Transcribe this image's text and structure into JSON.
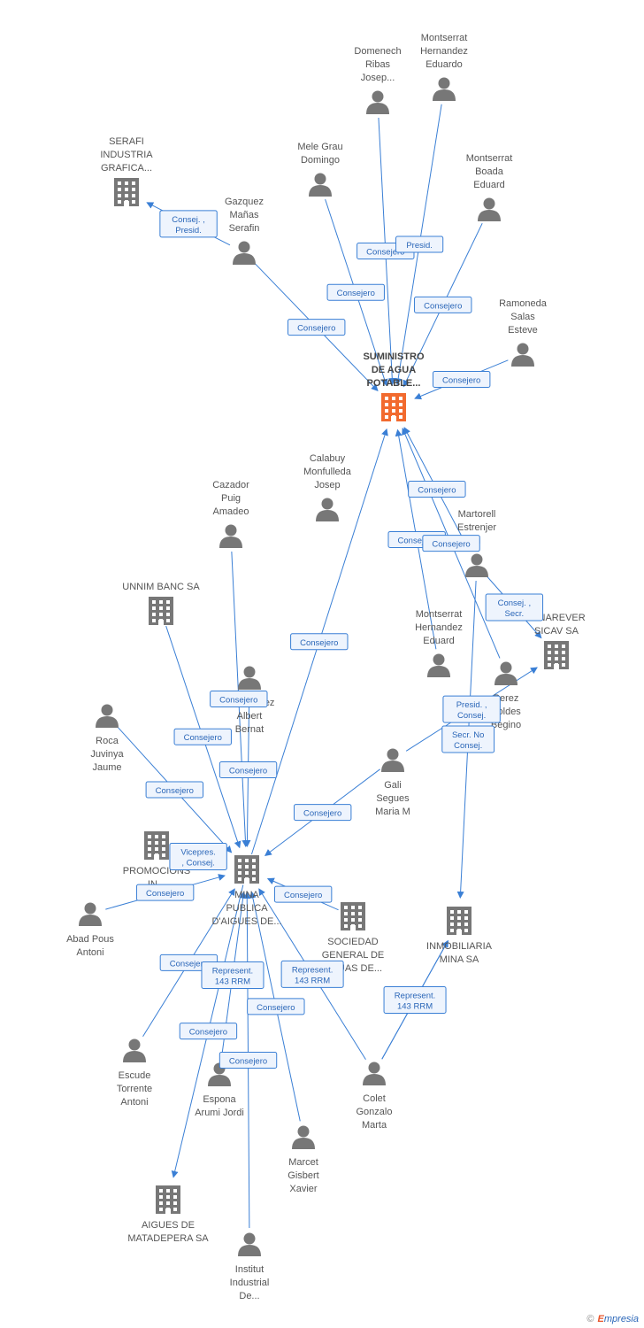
{
  "colors": {
    "edge": "#3a7fd5",
    "person": "#777777",
    "company": "#777777",
    "main": "#f26a2e"
  },
  "nodes": [
    {
      "id": "suministro",
      "type": "company_main",
      "icon": "building-icon",
      "lines": [
        "SUMINISTRO",
        "DE AGUA",
        "POTABLE..."
      ]
    },
    {
      "id": "domenech",
      "type": "person",
      "icon": "person-icon",
      "lines": [
        "Domenech",
        "Ribas",
        "Josep..."
      ]
    },
    {
      "id": "montserrat_he1",
      "type": "person",
      "icon": "person-icon",
      "lines": [
        "Montserrat",
        "Hernandez",
        "Eduardo"
      ]
    },
    {
      "id": "serafi",
      "type": "company",
      "icon": "building-icon",
      "lines": [
        "SERAFI",
        "INDUSTRIA",
        "GRAFICA..."
      ]
    },
    {
      "id": "mele",
      "type": "person",
      "icon": "person-icon",
      "lines": [
        "Mele Grau",
        "Domingo"
      ]
    },
    {
      "id": "montserrat_boada",
      "type": "person",
      "icon": "person-icon",
      "lines": [
        "Montserrat",
        "Boada",
        "Eduard"
      ]
    },
    {
      "id": "gazquez",
      "type": "person",
      "icon": "person-icon",
      "lines": [
        "Gazquez",
        "Mañas",
        "Serafin"
      ]
    },
    {
      "id": "ramoneda",
      "type": "person",
      "icon": "person-icon",
      "lines": [
        "Ramoneda",
        "Salas",
        "Esteve"
      ]
    },
    {
      "id": "calabuy",
      "type": "person",
      "icon": "person-icon",
      "lines": [
        "Calabuy",
        "Monfulleda",
        "Josep"
      ]
    },
    {
      "id": "cazador",
      "type": "person",
      "icon": "person-icon",
      "lines": [
        "Cazador",
        "Puig",
        "Amadeo"
      ]
    },
    {
      "id": "martorell",
      "type": "person",
      "icon": "person-icon",
      "lines": [
        "Martorell",
        "Estrenjer",
        "Li"
      ]
    },
    {
      "id": "unnim",
      "type": "company",
      "icon": "building-icon",
      "lines": [
        "UNNIM BANC SA"
      ]
    },
    {
      "id": "minarever",
      "type": "company",
      "icon": "building-icon",
      "lines": [
        "MINAREVER",
        "SICAV SA"
      ]
    },
    {
      "id": "montserrat_he2",
      "type": "person",
      "icon": "person-icon",
      "lines": [
        "Montserrat",
        "Hernandez",
        "Eduard"
      ]
    },
    {
      "id": "abul",
      "type": "person",
      "icon": "person-icon",
      "lines": [
        "Abul Nuñez",
        "Albert",
        "Bernat"
      ]
    },
    {
      "id": "perez",
      "type": "person",
      "icon": "person-icon",
      "lines": [
        "Perez",
        "Soldes",
        "Begino"
      ]
    },
    {
      "id": "roca",
      "type": "person",
      "icon": "person-icon",
      "lines": [
        "Roca",
        "Juvinya",
        "Jaume"
      ]
    },
    {
      "id": "gali",
      "type": "person",
      "icon": "person-icon",
      "lines": [
        "Gali",
        "Segues",
        "Maria M"
      ]
    },
    {
      "id": "promocions",
      "type": "company",
      "icon": "building-icon",
      "lines": [
        "PROMOCIONS",
        "IN...",
        "DE..."
      ]
    },
    {
      "id": "mina",
      "type": "company",
      "icon": "building-icon",
      "lines": [
        "MINA",
        "PUBLICA",
        "D'AIGUES DE..."
      ]
    },
    {
      "id": "sociedad",
      "type": "company",
      "icon": "building-icon",
      "lines": [
        "SOCIEDAD",
        "GENERAL DE",
        "AGUAS DE..."
      ]
    },
    {
      "id": "inmobiliaria",
      "type": "company",
      "icon": "building-icon",
      "lines": [
        "INMOBILIARIA",
        "MINA SA"
      ]
    },
    {
      "id": "abad",
      "type": "person",
      "icon": "person-icon",
      "lines": [
        "Abad Pous",
        "Antoni"
      ]
    },
    {
      "id": "escude",
      "type": "person",
      "icon": "person-icon",
      "lines": [
        "Escude",
        "Torrente",
        "Antoni"
      ]
    },
    {
      "id": "esponal",
      "type": "person",
      "icon": "person-icon",
      "lines": [
        "Espona",
        "Arumi Jordi"
      ]
    },
    {
      "id": "colet",
      "type": "person",
      "icon": "person-icon",
      "lines": [
        "Colet",
        "Gonzalo",
        "Marta"
      ]
    },
    {
      "id": "marcet",
      "type": "person",
      "icon": "person-icon",
      "lines": [
        "Marcet",
        "Gisbert",
        "Xavier"
      ]
    },
    {
      "id": "aigues",
      "type": "company",
      "icon": "building-icon",
      "lines": [
        "AIGUES DE",
        "MATADEPERA SA"
      ]
    },
    {
      "id": "institut",
      "type": "person",
      "icon": "person-icon",
      "lines": [
        "Institut",
        "Industrial",
        "De..."
      ]
    }
  ],
  "edges": [
    {
      "from": "domenech",
      "to": "suministro",
      "label": [
        "Consejero"
      ]
    },
    {
      "from": "montserrat_he1",
      "to": "suministro",
      "label": [
        "Presid."
      ]
    },
    {
      "from": "gazquez",
      "to": "serafi",
      "label": [
        "Consej. ,",
        "Presid."
      ]
    },
    {
      "from": "mele",
      "to": "suministro",
      "label": [
        "Consejero"
      ]
    },
    {
      "from": "montserrat_boada",
      "to": "suministro",
      "label": [
        "Consejero"
      ]
    },
    {
      "from": "gazquez",
      "to": "suministro",
      "label": [
        "Consejero"
      ]
    },
    {
      "from": "ramoneda",
      "to": "suministro",
      "label": [
        "Consejero"
      ]
    },
    {
      "from": "mina",
      "to": "suministro",
      "label": [
        "Consejero"
      ]
    },
    {
      "from": "montserrat_he2",
      "to": "suministro",
      "label": [
        "Consejero"
      ]
    },
    {
      "from": "martorell",
      "to": "suministro",
      "label": [
        "Consejero"
      ]
    },
    {
      "from": "perez",
      "to": "suministro",
      "label": [
        "Consejero"
      ]
    },
    {
      "from": "martorell",
      "to": "minarever",
      "label": [
        "Consej. ,",
        "Secr."
      ]
    },
    {
      "from": "cazador",
      "to": "mina",
      "label": [
        "Consejero"
      ]
    },
    {
      "from": "unnim",
      "to": "mina",
      "label": [
        "Consejero"
      ]
    },
    {
      "from": "abul",
      "to": "mina",
      "label": [
        "Consejero"
      ]
    },
    {
      "from": "roca",
      "to": "mina",
      "label": [
        "Consejero"
      ]
    },
    {
      "from": "gali",
      "to": "mina",
      "label": [
        "Consejero"
      ]
    },
    {
      "from": "gali",
      "to": "minarever",
      "label": [
        "Presid. ,",
        "Consej."
      ]
    },
    {
      "from": "martorell",
      "to": "inmobiliaria",
      "label": [
        "Secr. No",
        "Consej."
      ]
    },
    {
      "from": "promocions",
      "to": "mina",
      "label": [
        "Vicepres.",
        ", Consej."
      ]
    },
    {
      "from": "abad",
      "to": "mina",
      "label": [
        "Consejero"
      ]
    },
    {
      "from": "sociedad",
      "to": "mina",
      "label": [
        "Consejero"
      ]
    },
    {
      "from": "colet",
      "to": "inmobiliaria",
      "label": [
        "Consejero"
      ]
    },
    {
      "from": "escude",
      "to": "mina",
      "label": [
        "Consejero"
      ]
    },
    {
      "from": "esponal",
      "to": "mina",
      "label": [
        "Represent.",
        "143 RRM"
      ]
    },
    {
      "from": "colet",
      "to": "mina",
      "label": [
        "Represent.",
        "143 RRM"
      ]
    },
    {
      "from": "marcet",
      "to": "mina",
      "label": [
        "Consejero"
      ]
    },
    {
      "from": "mina",
      "to": "aigues",
      "label": [
        "Consejero"
      ]
    },
    {
      "from": "institut",
      "to": "mina",
      "label": [
        "Consejero"
      ]
    },
    {
      "from": "colet",
      "to": "inmobiliaria",
      "label": [
        "Represent.",
        "143 RRM"
      ]
    }
  ],
  "footer": {
    "copyright": "©",
    "brand_first": "E",
    "brand_rest": "mpresia"
  }
}
